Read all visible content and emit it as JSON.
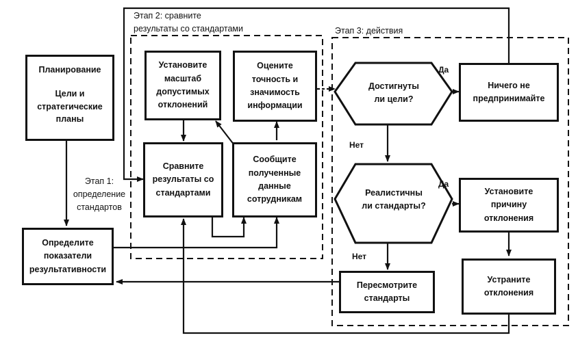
{
  "planning": {
    "title": "Планирование",
    "body": "Цели и\nстратегические\nпланы"
  },
  "stage1": {
    "label": "Этап 1:\nопределение\nстандартов"
  },
  "indicators": {
    "text": "Определите\nпоказатели\nрезультативности"
  },
  "stage2": {
    "label": "Этап 2: сравните\nрезультаты со стандартами",
    "scale": "Установите\nмасштаб\nдопустимых\nотклонений",
    "evaluate": "Оцените\nточность и\nзначимость\nинформации",
    "compare": "Сравните\nрезультаты со\nстандартами",
    "report": "Сообщите\nполученные\nданные\nсотрудникам"
  },
  "stage3": {
    "label": "Этап 3: действия",
    "goals": "Достигнуты\nли цели?",
    "realistic": "Реалистичны\nли стандарты?",
    "nothing": "Ничего не\nпредпринимайте",
    "cause": "Установите\nпричину\nотклонения",
    "eliminate": "Устраните\nотклонения",
    "revise": "Пересмотрите\nстандарты",
    "yes": "Да",
    "no": "Нет"
  }
}
